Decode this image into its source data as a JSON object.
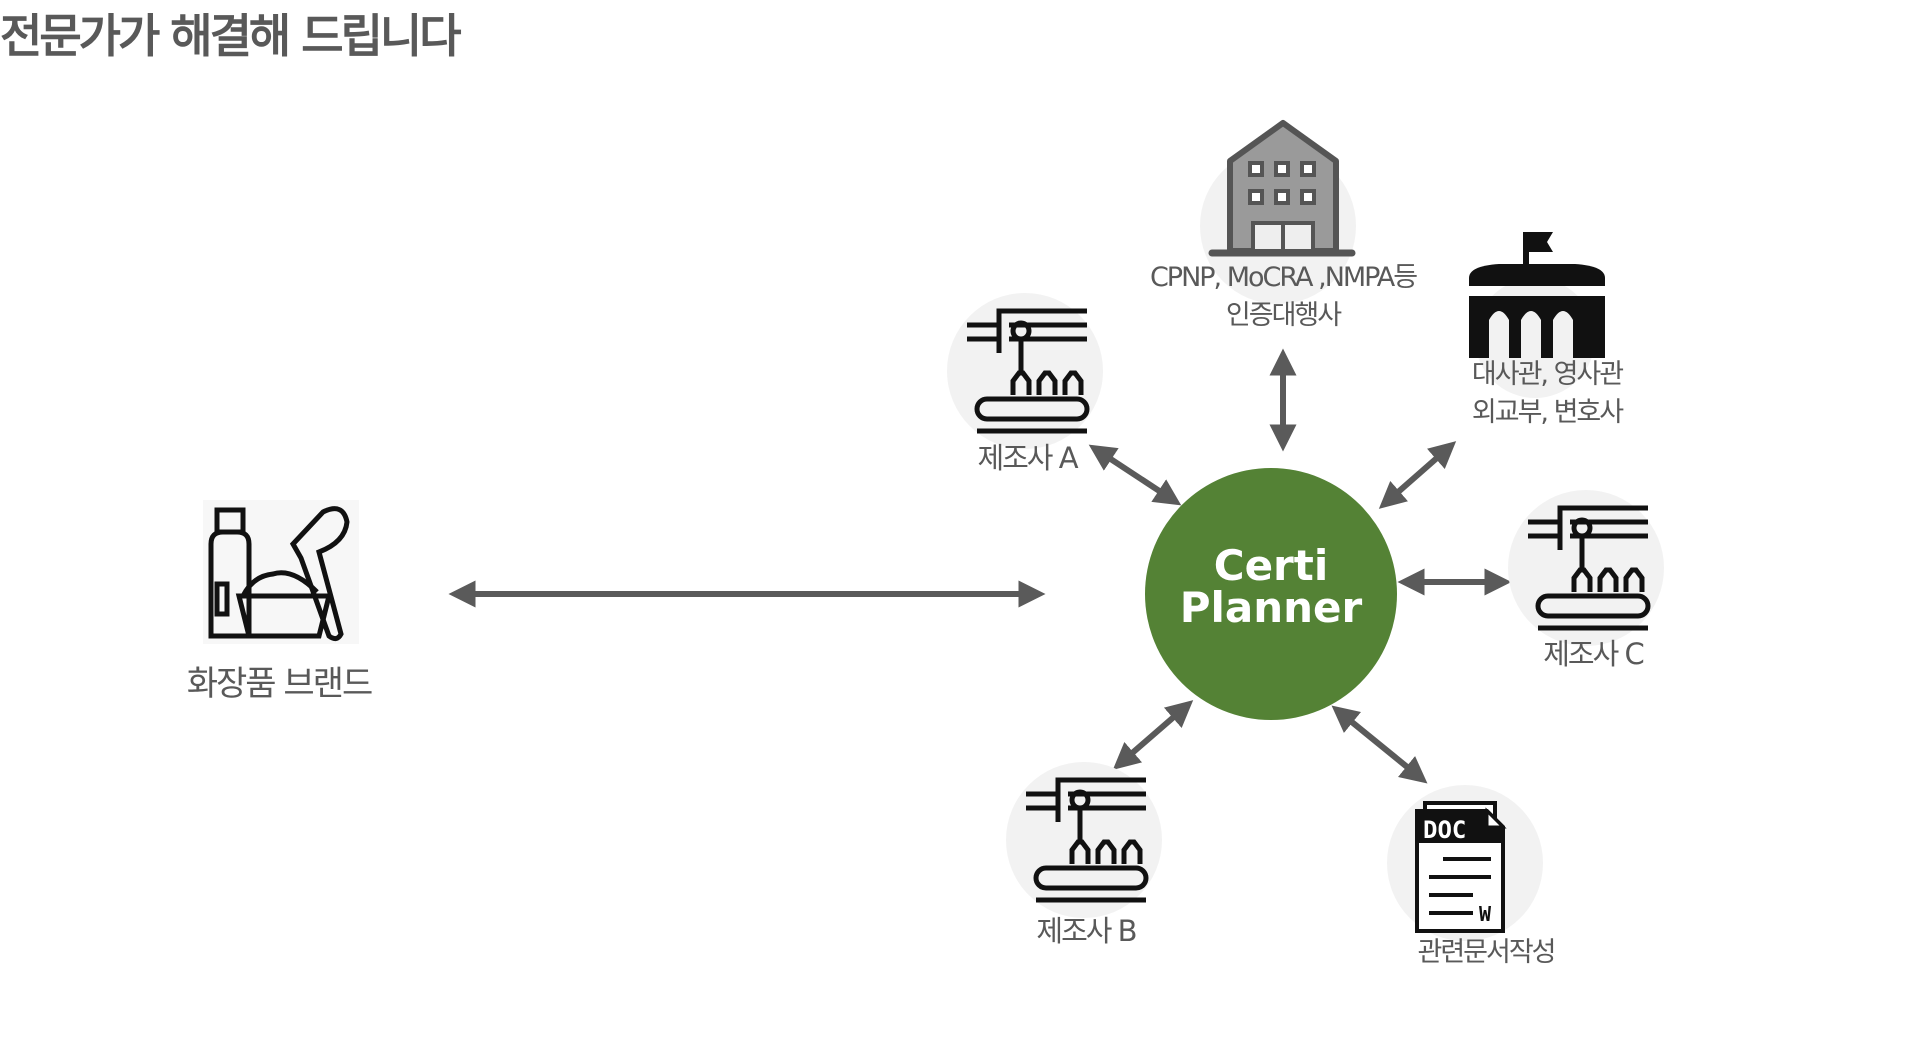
{
  "title": "전문가가 해결해 드립니다",
  "center": {
    "line1": "Certi",
    "line2": "Planner",
    "color": "#548235"
  },
  "brand": {
    "label": "화장품 브랜드",
    "icon": "cosmetics-icon"
  },
  "nodes": {
    "agency": {
      "line1": "CPNP, MoCRA ,NMPA등",
      "line2": "인증대행사",
      "icon": "building-icon"
    },
    "embassy": {
      "line1": "대사관, 영사관",
      "line2": "외교부, 변호사",
      "icon": "embassy-icon"
    },
    "maker_a": {
      "label": "제조사 A",
      "icon": "factory-conveyor-icon"
    },
    "maker_b": {
      "label": "제조사 B",
      "icon": "factory-conveyor-icon"
    },
    "maker_c": {
      "label": "제조사 C",
      "icon": "factory-conveyor-icon"
    },
    "docs": {
      "label": "관련문서작성",
      "icon": "doc-file-icon",
      "icon_text": "DOC",
      "icon_mark": "W"
    }
  },
  "colors": {
    "arrow": "#5a5a5a",
    "text": "#595959",
    "bubble": "#f2f2f2"
  }
}
